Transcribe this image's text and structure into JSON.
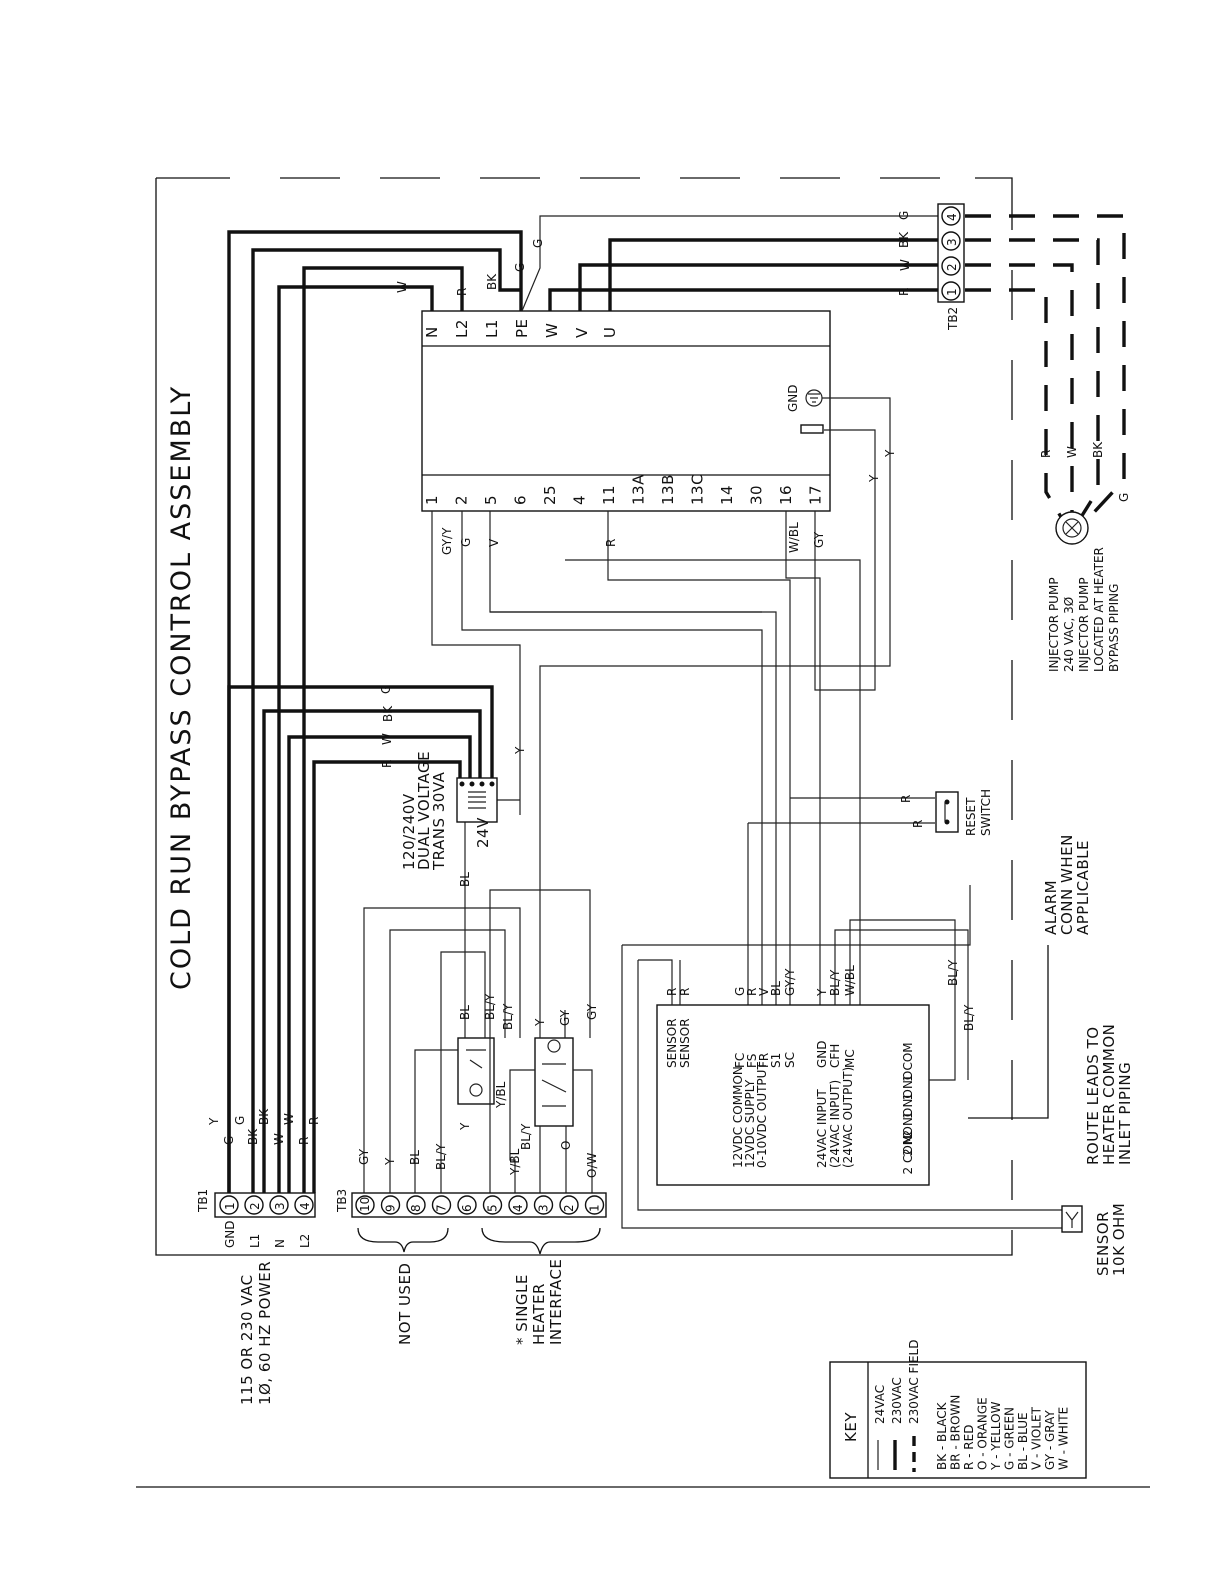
{
  "title": "COLD RUN BYPASS CONTROL ASSEMBLY",
  "drive": {
    "top_terminals": [
      "N",
      "L2",
      "L1",
      "PE",
      "W",
      "V",
      "U"
    ],
    "bottom_terminals": [
      "1",
      "2",
      "5",
      "6",
      "25",
      "4",
      "11",
      "13A",
      "13B",
      "13C",
      "14",
      "30",
      "16",
      "17"
    ],
    "gnd_label": "GND"
  },
  "wire_labels": {
    "n": "W",
    "l2": "R",
    "l1": "BK",
    "pe": "G",
    "pe2": "G",
    "tb2_g": "G",
    "tb2_bk": "BK",
    "tb2_w": "W",
    "tb2_r": "R",
    "d1": "GY/Y",
    "d2": "G",
    "d5": "V",
    "d11": "R",
    "d16": "W/BL",
    "d17": "GY",
    "gnd_y": "Y",
    "sw_y": "Y",
    "tr_g": "G",
    "tr_bk": "BK",
    "tr_w": "W",
    "tr_r": "R",
    "tr_y": "Y",
    "tr_bl": "BL",
    "reset_r1": "R",
    "reset_r2": "R",
    "pump_r": "R",
    "pump_w": "W",
    "pump_bk": "BK",
    "pump_g": "G"
  },
  "tb2": {
    "label": "TB2",
    "terminals": [
      "4",
      "3",
      "2",
      "1"
    ]
  },
  "pump_label": [
    "INJECTOR PUMP",
    "240 VAC, 3Ø",
    "INJECTOR PUMP",
    "LOCATED AT HEATER",
    "BYPASS PIPING"
  ],
  "transformer": {
    "label": [
      "120/240V",
      "DUAL VOLTAGE",
      "TRANS 30VA"
    ],
    "out": "24V"
  },
  "reset_switch": [
    "RESET",
    "SWITCH"
  ],
  "alarm_note": [
    "ALARM",
    "CONN WHEN",
    "APPLICABLE"
  ],
  "route_note": [
    "ROUTE LEADS TO",
    "HEATER COMMON",
    "INLET PIPING"
  ],
  "sensor_note": [
    "SENSOR",
    "10K OHM"
  ],
  "controller": {
    "wire_labels": [
      "R",
      "R",
      "G",
      "R",
      "V",
      "BL",
      "GY/Y",
      "Y",
      "BL/Y",
      "W/BL"
    ],
    "terminals": [
      "SENSOR",
      "SENSOR",
      "FC",
      "FS",
      "FR",
      "S1",
      "SC",
      "GND",
      "CFH",
      "MC"
    ],
    "descriptions": [
      "12VDC COMMON",
      "12VDC SUPPLY",
      "0-10VDC OUTPUT",
      "24VAC INPUT",
      "(24VAC INPUT)",
      "(24VAC OUTPUT)"
    ],
    "relay_contacts": [
      "1 COM",
      "1 NO",
      "1 NO",
      "2 NO",
      "2 NO",
      "2 COM"
    ],
    "alarm_wires": [
      "BL/Y",
      "BL/Y"
    ]
  },
  "tb1": {
    "label": "TB1",
    "terminals": [
      "1",
      "2",
      "3",
      "4"
    ],
    "names": [
      "GND",
      "L1",
      "N",
      "L2"
    ],
    "wire_labels": [
      "Y",
      "G",
      "G",
      "BK",
      "BK",
      "W",
      "W",
      "R",
      "R"
    ]
  },
  "tb1_note": [
    "115 OR 230 VAC",
    "1Ø, 60 HZ POWER"
  ],
  "tb3": {
    "label": "TB3",
    "terminals": [
      "10",
      "9",
      "8",
      "7",
      "6",
      "5",
      "4",
      "3",
      "2",
      "1"
    ],
    "wire_labels": [
      "GY",
      "Y",
      "BL",
      "BL/Y",
      "Y",
      "Y/BL",
      "O",
      "O/W"
    ],
    "not_used": "NOT USED",
    "interface": [
      "* SINGLE",
      "HEATER",
      "INTERFACE"
    ]
  },
  "relay_wire_labels": [
    "BL",
    "BL/Y",
    "BL/Y",
    "Y",
    "GY",
    "GY",
    "Y/BL",
    "BL/Y"
  ],
  "key": {
    "title": "KEY",
    "lines": [
      "24VAC",
      "230VAC",
      "230VAC FIELD"
    ],
    "colors": [
      "BK - BLACK",
      "BR - BROWN",
      "R - RED",
      "O - ORANGE",
      "Y - YELLOW",
      "G - GREEN",
      "BL - BLUE",
      "V - VIOLET",
      "GY - GRAY",
      "W - WHITE"
    ]
  }
}
